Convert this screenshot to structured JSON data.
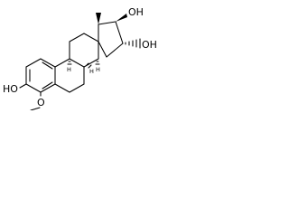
{
  "structure": {
    "atom_labels": {
      "oh_17": "OH",
      "oh_16": "OH",
      "ho_3": "HO",
      "o_4": "O"
    },
    "stereo_labels": {
      "h_8": "H",
      "h_9": "H",
      "h_14": "H"
    },
    "ink_color": "#000000",
    "background": "#ffffff"
  }
}
